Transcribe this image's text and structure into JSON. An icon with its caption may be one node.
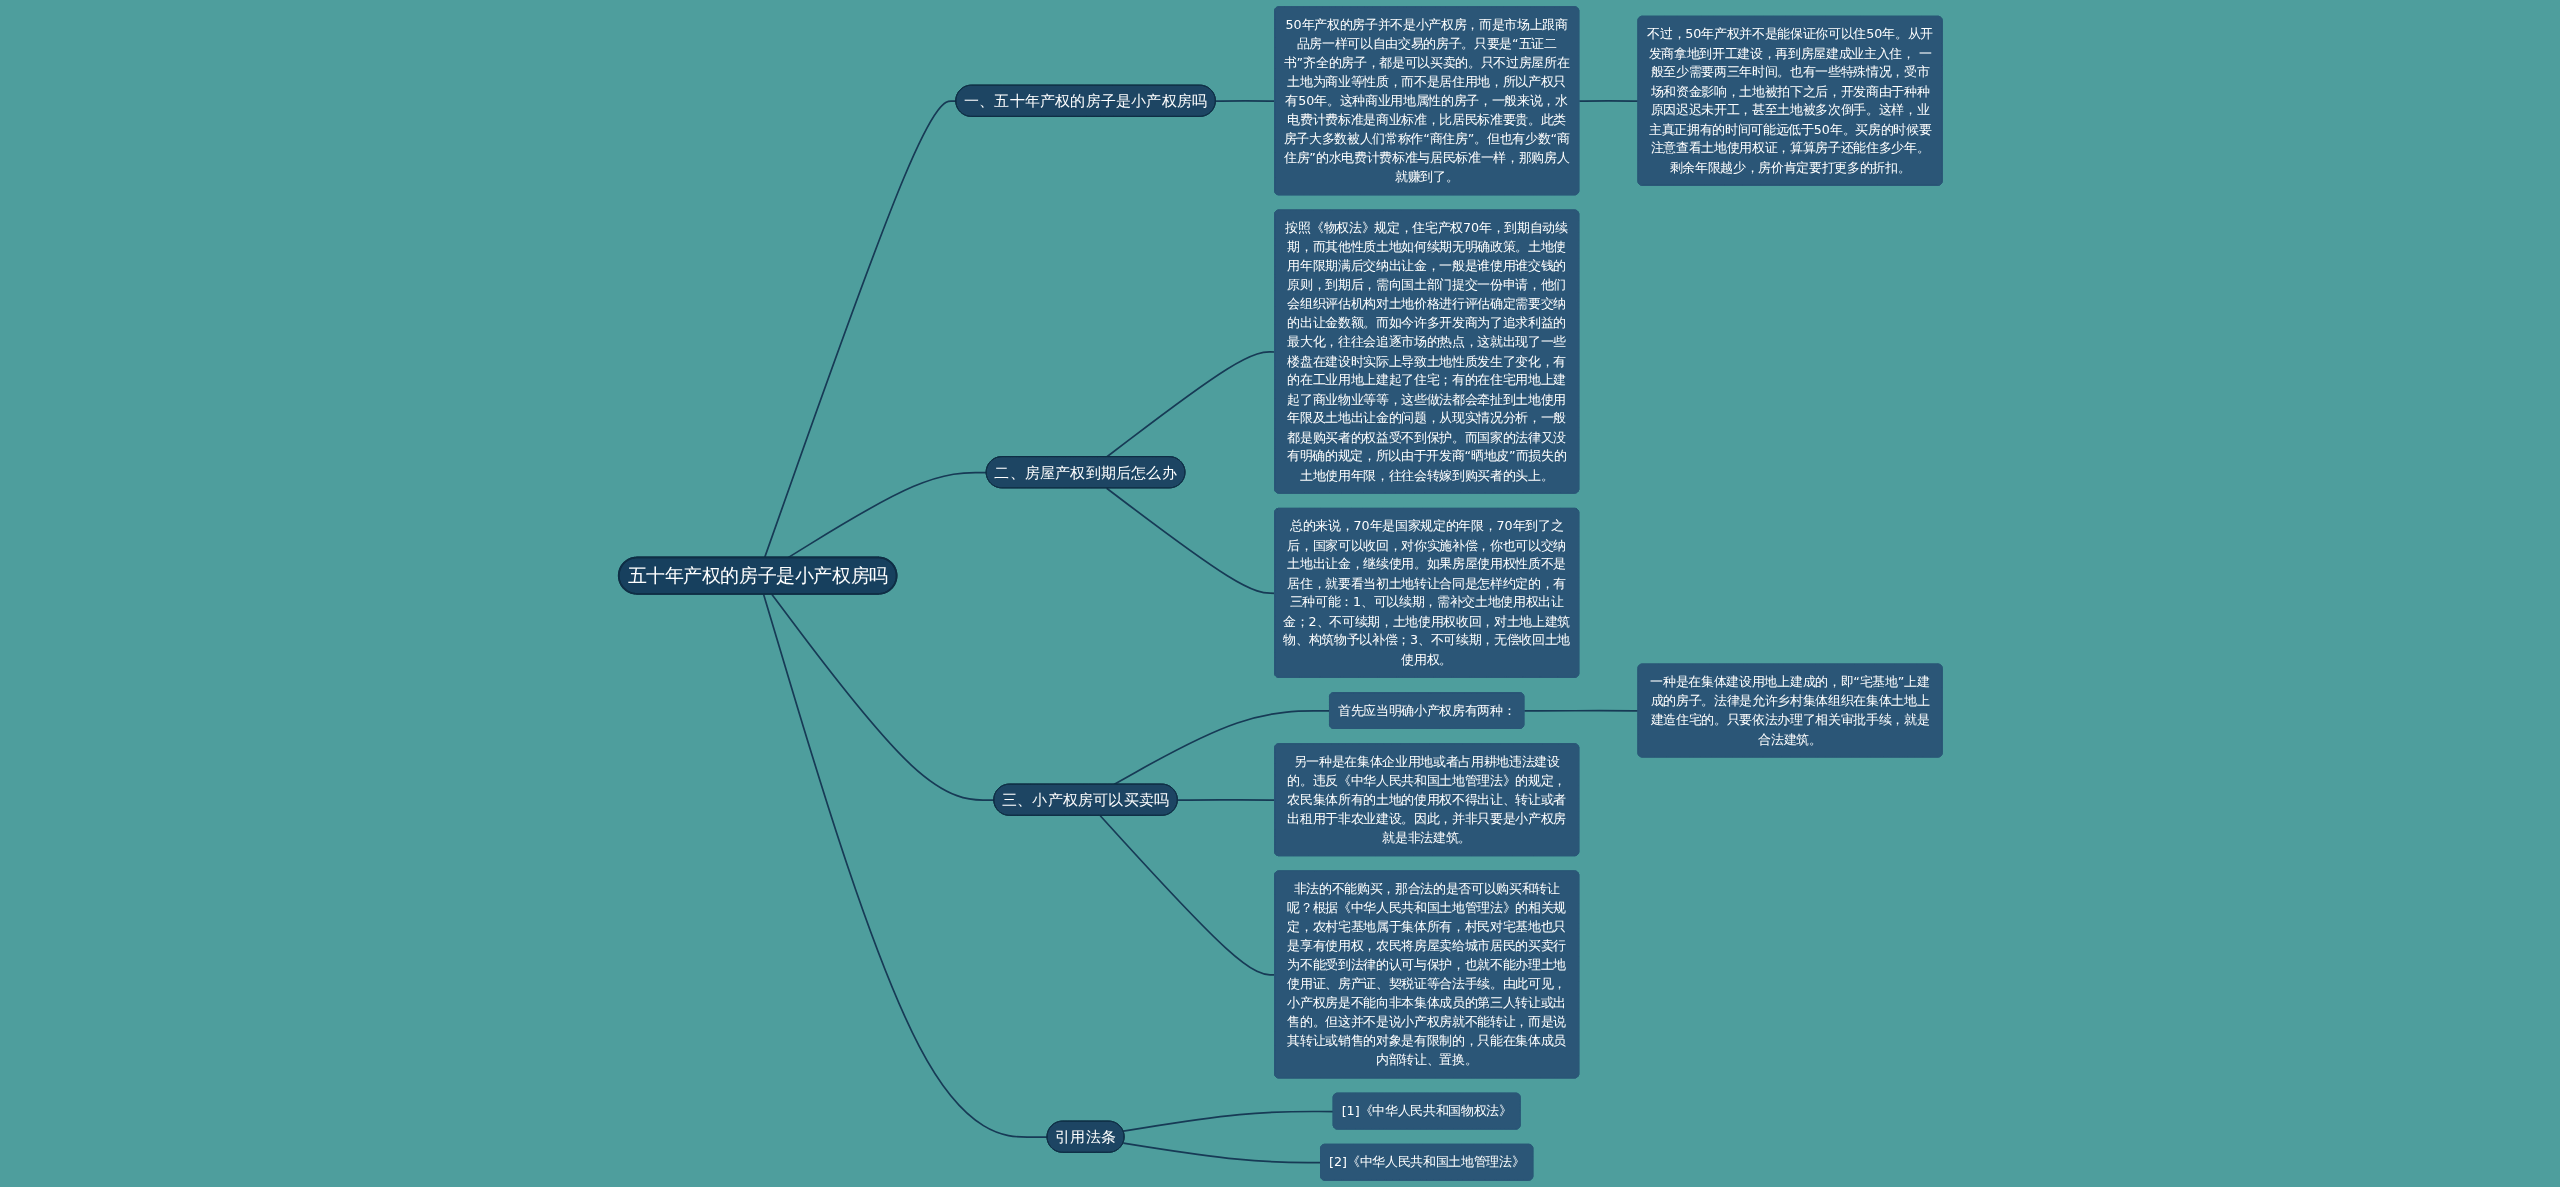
{
  "diagram": {
    "nodes": [
      {
        "text": [
          "五十年产权的房子是小产权房吗"
        ]
      },
      {
        "text": [
          "一、五十年产权的房子是小产权房吗"
        ]
      },
      {
        "text": [
          "50年产权的房子并不是小产权房，而是市场上跟商品房一样可以自由交易的房子。只要是“五证二书”齐全的房子，都是可以买卖的。只不过房屋所在土地为商业等性质，而不是居住用地，所以产权只有50年。这种商业用地属性的房子，一般来说，水电费计费标准是商业标准，比居民标准要贵。此类房子大多数被人们常称作“商住房”。但也有少数“商住房”的水电费计费标准与居民标准一样，那购房人就赚到了。"
        ]
      },
      {
        "text": [
          "不过，50年产权并不是能保证你可以住50年。从开发商拿地到开工建设，再到房屋建成业主入住， 一般至少需要两三年时间。也有一些特殊情况，受市场和资金影响，土地被拍下之后，开发商由于种种原因迟迟未开工，甚至土地被多次倒手。这样，业主真正拥有的时间可能远低于50年。买房的时候要注意查看土地使用权证，算算房子还能住多少年。剩余年限越少，房价肯定要打更多的折扣。"
        ]
      },
      {
        "text": [
          "二、房屋产权到期后怎么办"
        ]
      },
      {
        "text": [
          "按照《物权法》规定，住宅产权70年，到期自动续期，而其他性质土地如何续期无明确政策。土地使用年限期满后交纳出让金，一般是谁使用谁交钱的原则，到期后，需向国土部门提交一份申请，他们会组织评估机构对土地价格进行评估确定需要交纳的出让金数额。而如今许多开发商为了追求利益的最大化，往往会追逐市场的热点，这就出现了一些楼盘在建设时实际上导致土地性质发生了变化，有的在工业用地上建起了住宅；有的在住宅用地上建起了商业物业等等，这些做法都会牵扯到土地使用年限及土地出让金的问题，从现实情况分析，一般都是购买者的权益受不到保护。而国家的法律又没有明确的规定，所以由于开发商“晒地皮”而损失的土地使用年限，往往会转嫁到购买者的头上。"
        ]
      },
      {
        "text": [
          "总的来说，70年是国家规定的年限，70年到了之后，国家可以收回，对你实施补偿，你也可以交纳土地出让金，继续使用。如果房屋使用权性质不是居住，就要看当初土地转让合同是怎样约定的，有三种可能：1、可以续期，需补交土地使用权出让金；2、不可续期，土地使用权收回，对土地上建筑物、构筑物予以补偿；3、不可续期，无偿收回土地使用权。"
        ]
      },
      {
        "text": [
          "三、小产权房可以买卖吗"
        ]
      },
      {
        "text": [
          "首先应当明确小产权房有两种："
        ]
      },
      {
        "text": [
          "一种是在集体建设用地上建成的，即“宅基地”上建成的房子。法律是允许乡村集体组织在集体土地上建造住宅的。只要依法办理了相关审批手续，就是合法建筑。"
        ]
      },
      {
        "text": [
          "另一种是在集体企业用地或者占用耕地违法建设的。违反《中华人民共和国土地管理法》的规定，农民集体所有的土地的使用权不得出让、转让或者出租用于非农业建设。因此，并非只要是小产权房就是非法建筑。"
        ]
      },
      {
        "text": [
          "非法的不能购买，那合法的是否可以购买和转让呢？根据《中华人民共和国土地管理法》的相关规定，农村宅基地属于集体所有，村民对宅基地也只是享有使用权，农民将房屋卖给城市居民的买卖行为不能受到法律的认可与保护，也就不能办理土地使用证、房产证、契税证等合法手续。由此可见，小产权房是不能向非本集体成员的第三人转让或出售的。但这并不是说小产权房就不能转让，而是说其转让或销售的对象是有限制的，只能在集体成员内部转让、置换。"
        ]
      },
      {
        "text": [
          "引用法条"
        ]
      },
      {
        "text": [
          "[1]《中华人民共和国物权法》"
        ]
      },
      {
        "text": [
          "[2]《中华人民共和国土地管理法》"
        ]
      }
    ],
    "edges": [
      {
        "from": 0,
        "to": 1,
        "arrow": "none"
      },
      {
        "from": 1,
        "to": 2,
        "arrow": "none"
      },
      {
        "from": 2,
        "to": 3,
        "arrow": "none"
      },
      {
        "from": 0,
        "to": 4,
        "arrow": "none"
      },
      {
        "from": 4,
        "to": 5,
        "arrow": "none"
      },
      {
        "from": 4,
        "to": 6,
        "arrow": "none"
      },
      {
        "from": 0,
        "to": 7,
        "arrow": "none"
      },
      {
        "from": 7,
        "to": 8,
        "arrow": "none"
      },
      {
        "from": 8,
        "to": 9,
        "arrow": "none"
      },
      {
        "from": 7,
        "to": 10,
        "arrow": "none"
      },
      {
        "from": 7,
        "to": 11,
        "arrow": "none"
      },
      {
        "from": 0,
        "to": 12,
        "arrow": "none"
      },
      {
        "from": 12,
        "to": 13,
        "arrow": "none"
      },
      {
        "from": 12,
        "to": 14,
        "arrow": "none"
      }
    ]
  }
}
